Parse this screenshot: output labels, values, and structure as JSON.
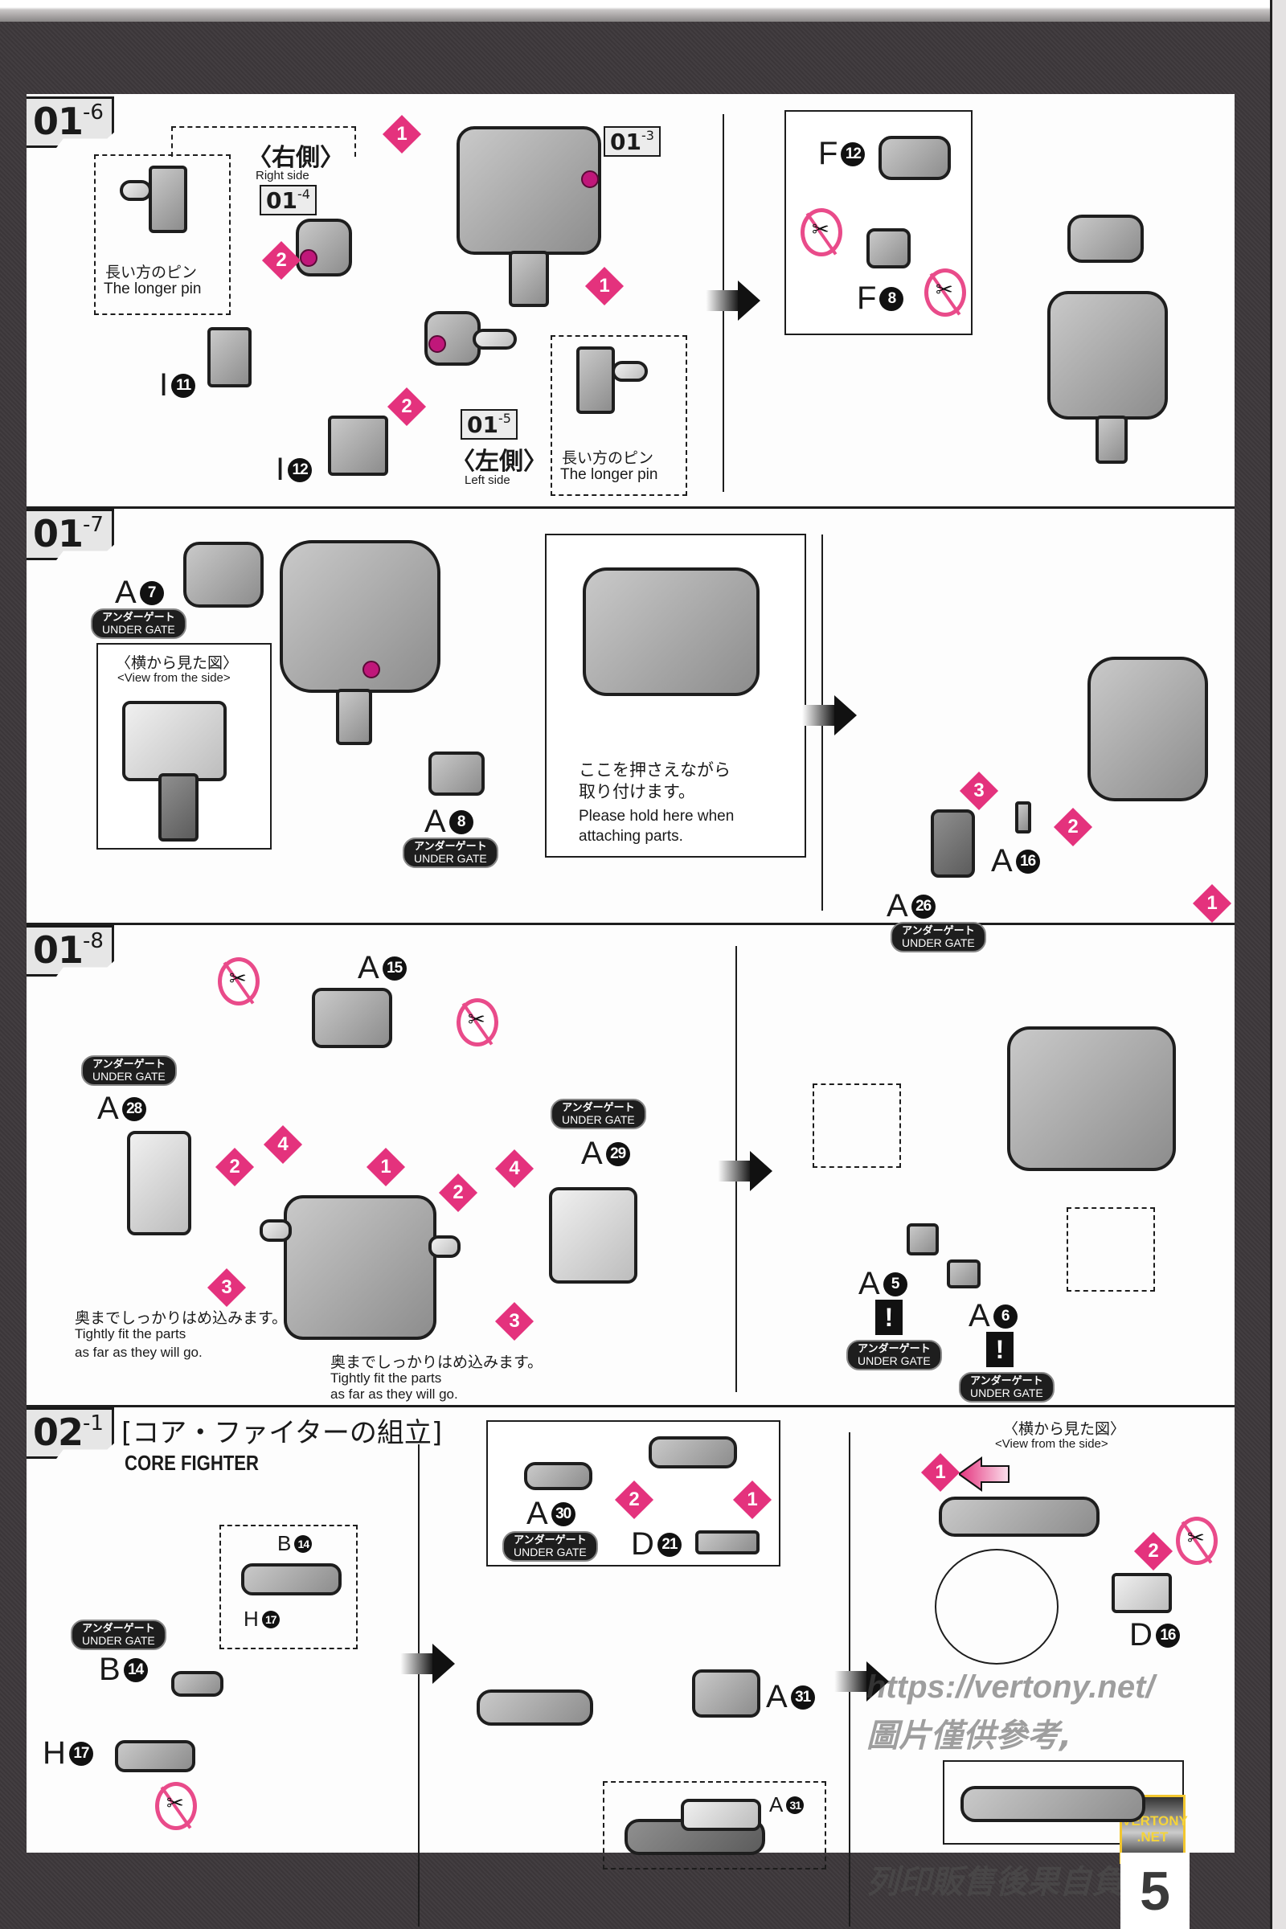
{
  "page": {
    "number": "5"
  },
  "sections": {
    "s016": {
      "step": {
        "main": "01",
        "sub": "-6"
      },
      "ref_right": {
        "main": "01",
        "sub": "-4"
      },
      "ref_top": {
        "main": "01",
        "sub": "-3"
      },
      "ref_left": {
        "main": "01",
        "sub": "-5"
      },
      "right_side_jp": "〈右側〉",
      "right_side_en": "Right side",
      "left_side_jp": "〈左側〉",
      "left_side_en": "Left side",
      "longer_pin_jp": "長い方のピン",
      "longer_pin_en": "The longer pin",
      "parts": [
        {
          "letter": "I",
          "num": "11"
        },
        {
          "letter": "I",
          "num": "12"
        }
      ],
      "steps": [
        "1",
        "2",
        "1",
        "2"
      ],
      "detail": {
        "parts": [
          {
            "letter": "F",
            "num": "12"
          },
          {
            "letter": "F",
            "num": "8"
          }
        ]
      }
    },
    "s017": {
      "step": {
        "main": "01",
        "sub": "-7"
      },
      "parts": [
        {
          "letter": "A",
          "num": "7"
        },
        {
          "letter": "A",
          "num": "8"
        },
        {
          "letter": "A",
          "num": "16"
        },
        {
          "letter": "A",
          "num": "26"
        }
      ],
      "under_gate_jp": "アンダーゲート",
      "under_gate_en": "UNDER GATE",
      "side_view_jp": "〈横から見た図〉",
      "side_view_en": "<View from the side>",
      "hold_note_jp1": "ここを押さえながら",
      "hold_note_jp2": "取り付けます。",
      "hold_note_en1": "Please hold here when",
      "hold_note_en2": "attaching parts.",
      "steps": [
        "3",
        "2",
        "1"
      ]
    },
    "s018": {
      "step": {
        "main": "01",
        "sub": "-8"
      },
      "parts": [
        {
          "letter": "A",
          "num": "15"
        },
        {
          "letter": "A",
          "num": "28"
        },
        {
          "letter": "A",
          "num": "29"
        },
        {
          "letter": "A",
          "num": "5"
        },
        {
          "letter": "A",
          "num": "6"
        }
      ],
      "fit_jp": "奥までしっかりはめ込みます。",
      "fit_en1": "Tightly fit the parts",
      "fit_en2": "as far as they will go.",
      "steps": [
        "1",
        "2",
        "4",
        "3",
        "2",
        "4",
        "3"
      ],
      "caution": "!"
    },
    "s021": {
      "step": {
        "main": "02",
        "sub": "-1"
      },
      "title_jp": "[コア・ファイターの組立]",
      "title_en": "CORE FIGHTER",
      "parts": [
        {
          "letter": "B",
          "num": "14"
        },
        {
          "letter": "H",
          "num": "17"
        },
        {
          "letter": "A",
          "num": "30"
        },
        {
          "letter": "D",
          "num": "21"
        },
        {
          "letter": "A",
          "num": "31"
        },
        {
          "letter": "D",
          "num": "16"
        }
      ],
      "side_view_jp": "〈横から見た図〉",
      "side_view_en": "<View from the side>",
      "steps": [
        "2",
        "1",
        "1",
        "2"
      ]
    }
  },
  "watermark": {
    "line1": "https://vertony.net/",
    "line2": "圖片僅供參考,",
    "line3": "列印販售後果自負"
  },
  "logo": {
    "line1": "VERTONY",
    "line2": ".NET"
  },
  "colors": {
    "accent": "#e4327d",
    "frame": "#3d383b",
    "pin": "#c0177a"
  }
}
